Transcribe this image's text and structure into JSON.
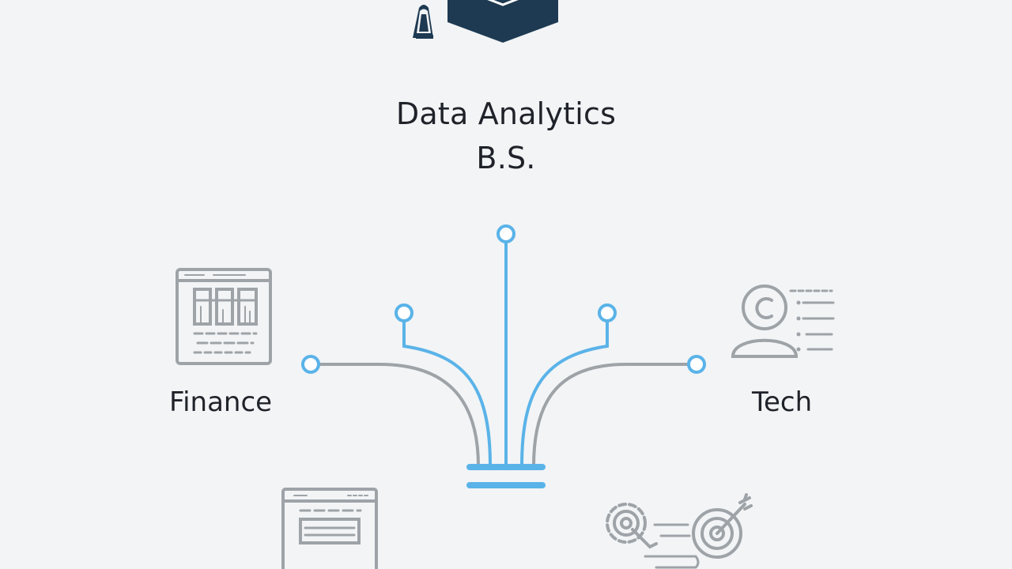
{
  "title": {
    "line1": "Data Analytics",
    "line2": "B.S."
  },
  "branches": [
    {
      "label": "Finance",
      "icon": "finance-spreadsheet-icon"
    },
    {
      "label": "Tech",
      "icon": "tech-person-icon"
    }
  ],
  "icons": {
    "top": "graduation-cap-icon",
    "bottom_left": "browser-window-icon",
    "bottom_right": "gear-target-icon"
  },
  "colors": {
    "background": "#f2f4f6",
    "accent_blue": "#5ab3e8",
    "line_gray": "#9ea3a8",
    "cap_navy": "#1e3a52",
    "text": "#1f2329"
  }
}
